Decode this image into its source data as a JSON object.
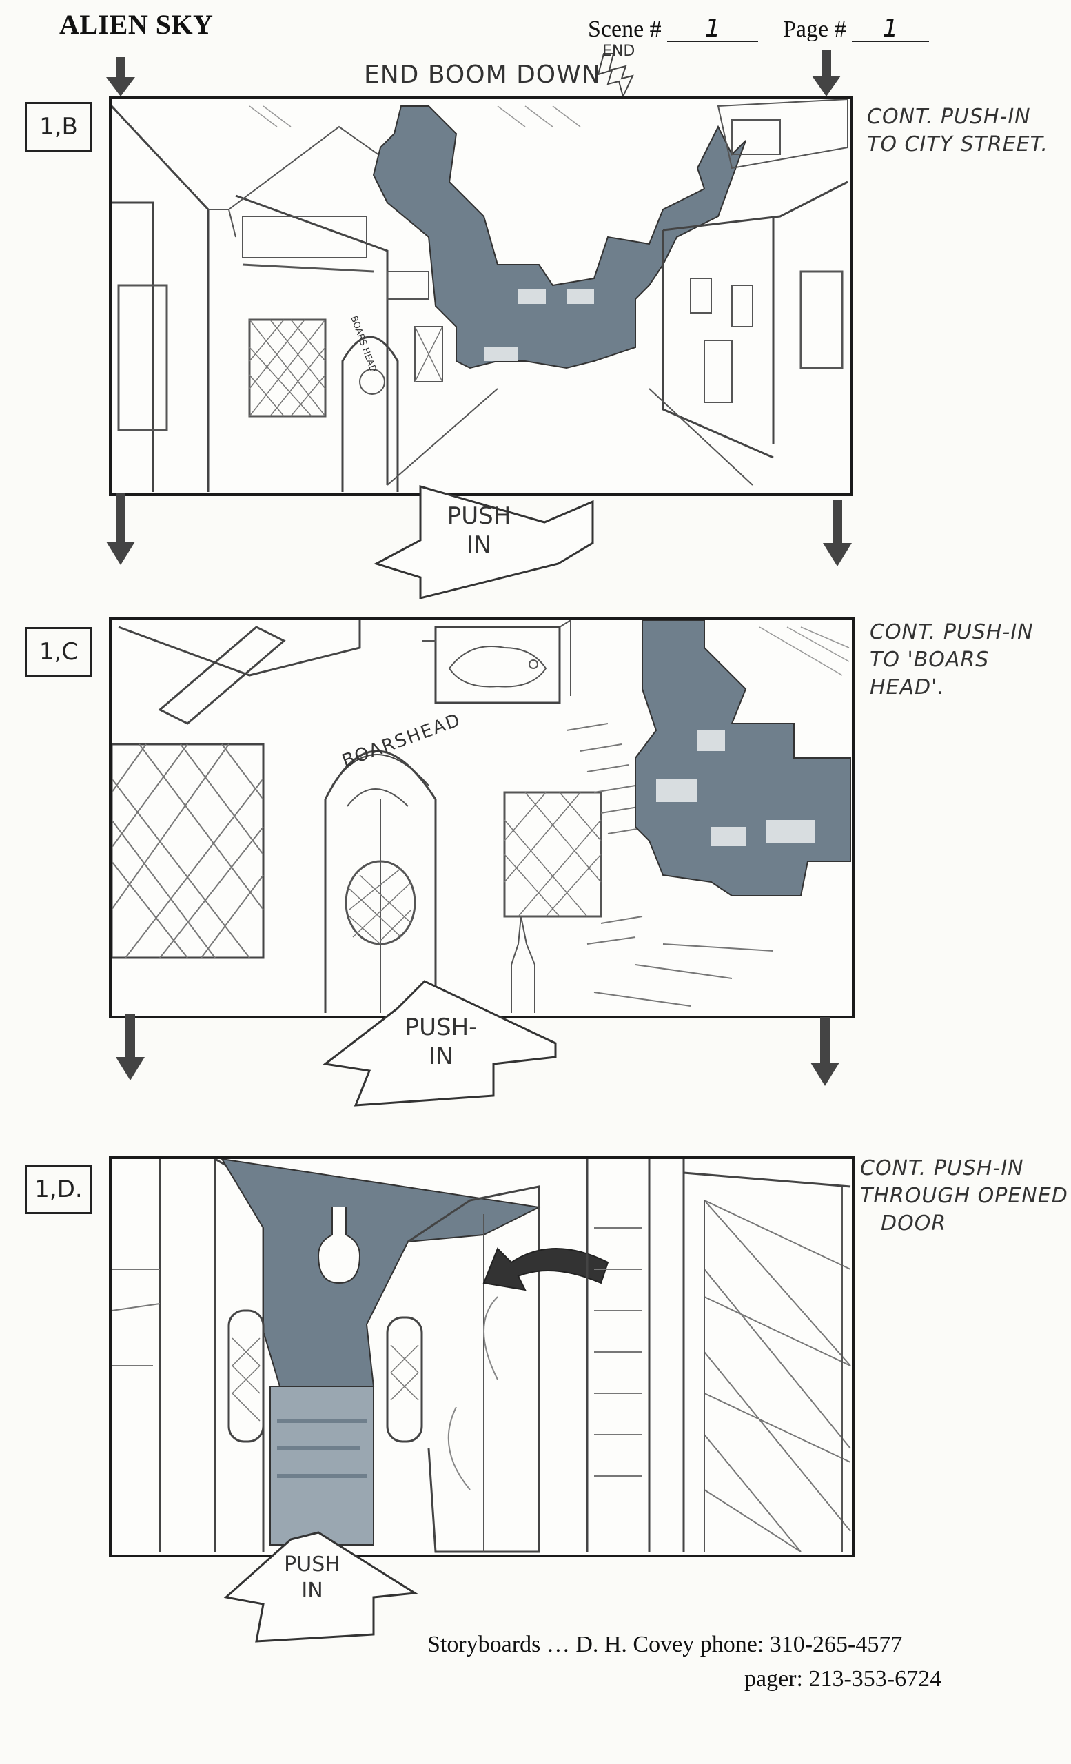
{
  "header": {
    "title": "ALIEN SKY",
    "scene_label": "Scene #",
    "scene_value": "1",
    "page_label": "Page #",
    "page_value": "1",
    "top_note": "END BOOM DOWN",
    "end_marker": "END"
  },
  "panels": [
    {
      "id": "1,B",
      "note_line1": "CONT. PUSH-IN",
      "note_line2": "TO CITY STREET.",
      "push_line1": "PUSH",
      "push_line2": "IN"
    },
    {
      "id": "1,C",
      "note_line1": "CONT. PUSH-IN",
      "note_line2": "TO 'BOARS HEAD'.",
      "sign_text": "BOARSHEAD",
      "push_line1": "PUSH-",
      "push_line2": "IN"
    },
    {
      "id": "1,D.",
      "note_line1": "CONT. PUSH-IN",
      "note_line2": "THROUGH OPENED",
      "note_line3": "DOOR",
      "push_line1": "PUSH",
      "push_line2": "IN"
    }
  ],
  "panel1_sign": "BOARS HEAD",
  "footer": {
    "line1": "Storyboards … D. H. Covey  phone:  310-265-4577",
    "line2": "pager:  213-353-6724"
  },
  "colors": {
    "ink": "#1a1a1a",
    "pencil": "#555555",
    "marker_gray": "#6f7f8c",
    "paper": "#fbfbf8"
  }
}
